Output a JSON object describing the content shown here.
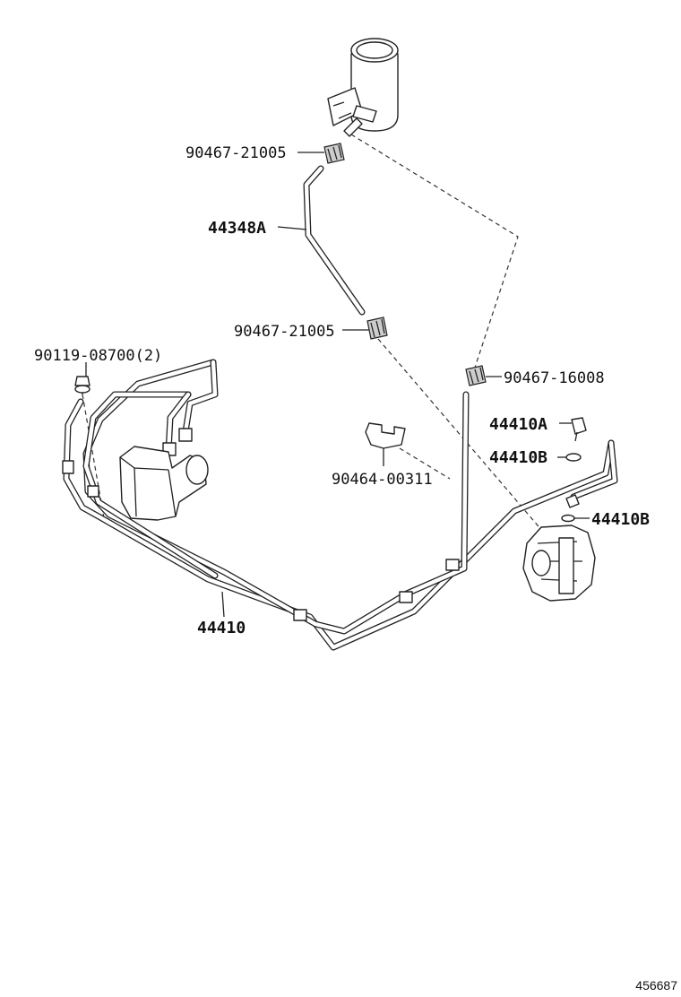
{
  "labels": {
    "clamp_upper": "90467-21005",
    "hose_return": "44348A",
    "clamp_lower": "90467-21005",
    "bolt": "90119-08700(2)",
    "clamp_right": "90467-16008",
    "union_bolt": "44410A",
    "gasket_a": "44410B",
    "clip": "90464-00311",
    "gasket_b": "44410B",
    "tube_assembly": "44410"
  },
  "reference_number": "456687"
}
